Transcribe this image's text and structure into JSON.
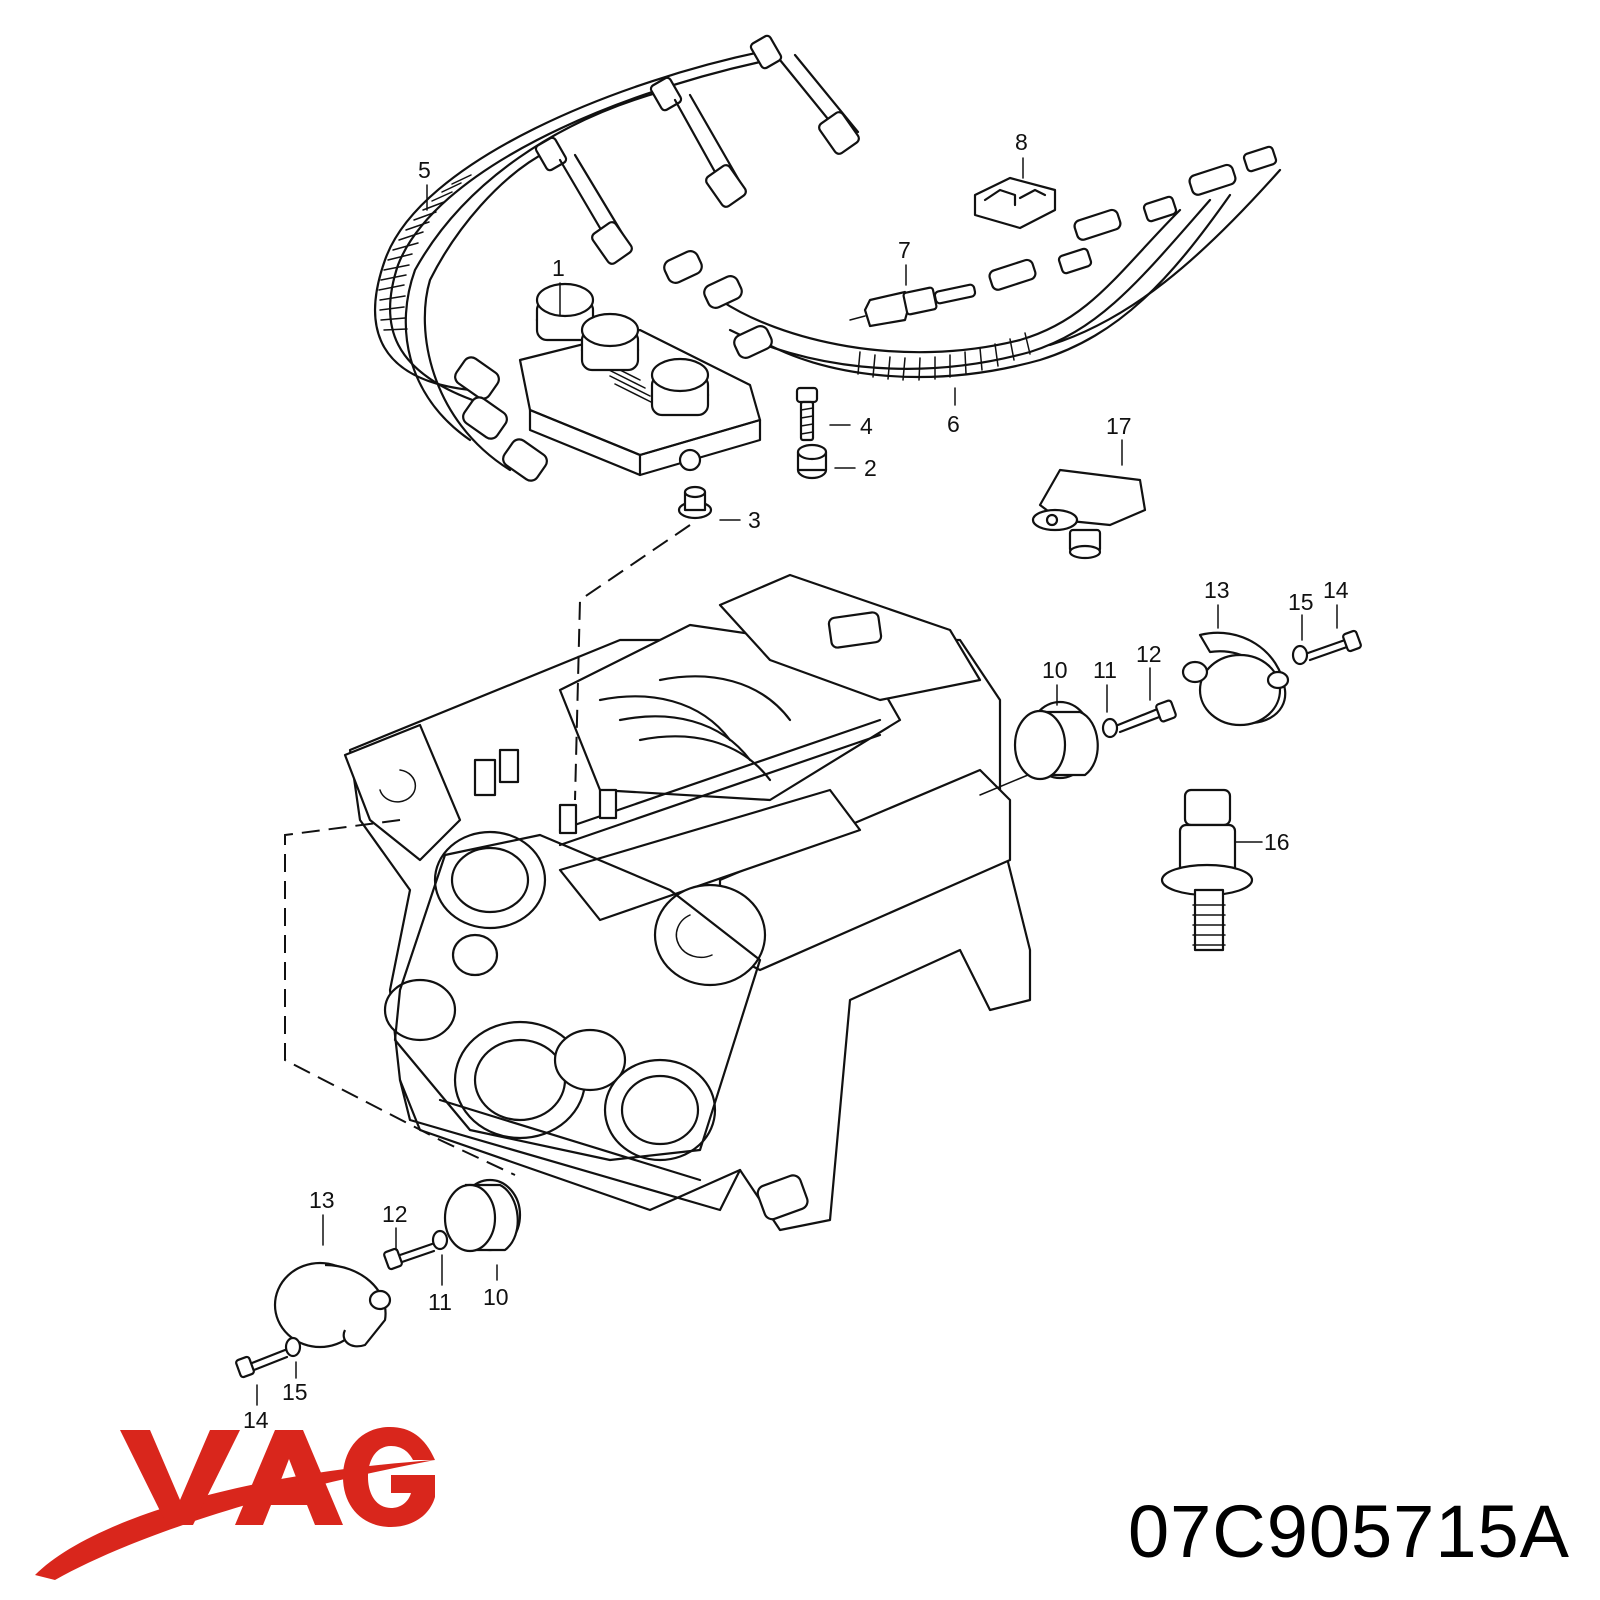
{
  "diagram": {
    "callouts": [
      {
        "id": "c1",
        "label": "1"
      },
      {
        "id": "c2",
        "label": "2"
      },
      {
        "id": "c3",
        "label": "3"
      },
      {
        "id": "c4",
        "label": "4"
      },
      {
        "id": "c5",
        "label": "5"
      },
      {
        "id": "c6",
        "label": "6"
      },
      {
        "id": "c7",
        "label": "7"
      },
      {
        "id": "c8",
        "label": "8"
      },
      {
        "id": "c10a",
        "label": "10"
      },
      {
        "id": "c11a",
        "label": "11"
      },
      {
        "id": "c12a",
        "label": "12"
      },
      {
        "id": "c13a",
        "label": "13"
      },
      {
        "id": "c14a",
        "label": "14"
      },
      {
        "id": "c15a",
        "label": "15"
      },
      {
        "id": "c16",
        "label": "16"
      },
      {
        "id": "c17",
        "label": "17"
      },
      {
        "id": "c10b",
        "label": "10"
      },
      {
        "id": "c11b",
        "label": "11"
      },
      {
        "id": "c12b",
        "label": "12"
      },
      {
        "id": "c13b",
        "label": "13"
      },
      {
        "id": "c14b",
        "label": "14"
      },
      {
        "id": "c15b",
        "label": "15"
      }
    ]
  },
  "brand": {
    "logo_text": "VAG",
    "color": "#d9261c"
  },
  "part_number": "07C905715A"
}
